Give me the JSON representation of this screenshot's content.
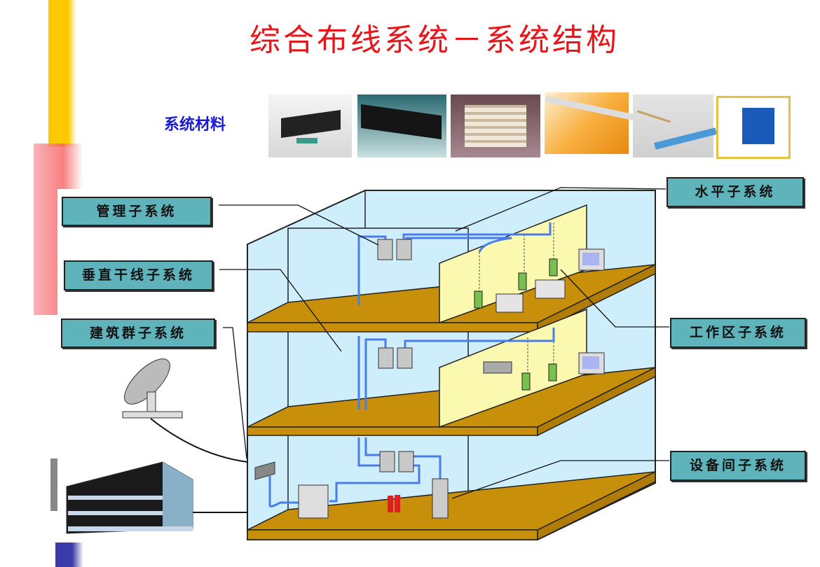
{
  "title": "综合布线系统－系统结构",
  "materials_label": "系统材料",
  "labels": {
    "management": "管理子系统",
    "backbone": "垂直干线子系统",
    "campus": "建筑群子系统",
    "horizontal": "水平子系统",
    "work_area": "工作区子系统",
    "equipment_room": "设备间子系统"
  },
  "colors": {
    "title": "#e8161b",
    "materials": "#1a1ad6",
    "label_bg": "#5fb4bc",
    "cable": "#4a7de8",
    "floor": "#c8900a",
    "wall": "#cdeefa",
    "partition": "#fbf8b0"
  }
}
